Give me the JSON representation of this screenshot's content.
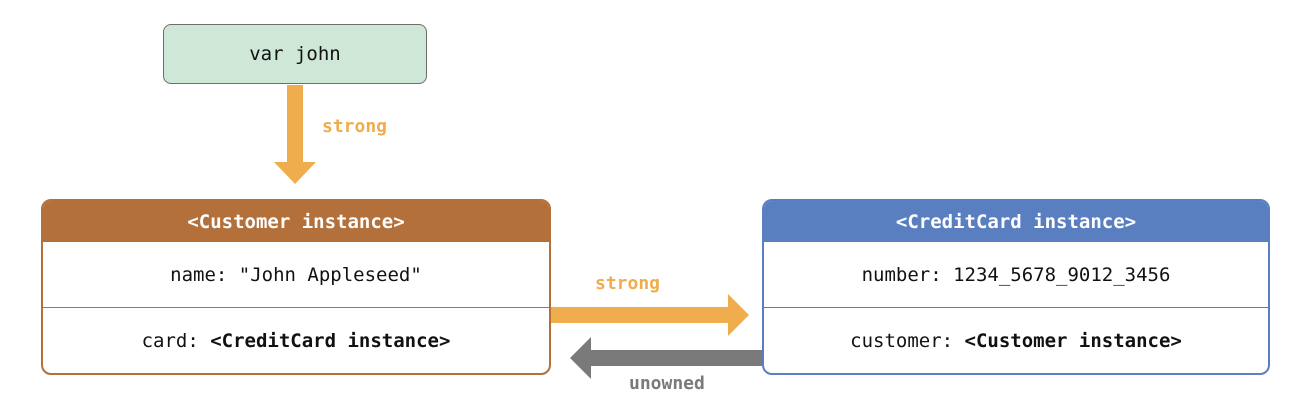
{
  "var_box": {
    "label": "var john"
  },
  "customer": {
    "header": "<Customer instance>",
    "name_row": "name: \"John Appleseed\"",
    "card_key": "card: ",
    "card_value": "<CreditCard instance>"
  },
  "credit_card": {
    "header": "<CreditCard instance>",
    "number_row": "number: 1234_5678_9012_3456",
    "customer_key": "customer: ",
    "customer_value": "<Customer instance>"
  },
  "arrows": {
    "john_to_customer": "strong",
    "customer_to_card": "strong",
    "card_to_customer": "unowned"
  },
  "colors": {
    "var_fill": "#cfe7d6",
    "customer_accent": "#b4703a",
    "card_accent": "#5a7fc1",
    "strong_arrow": "#f0ad4e",
    "unowned_arrow": "#7a7a7a"
  }
}
